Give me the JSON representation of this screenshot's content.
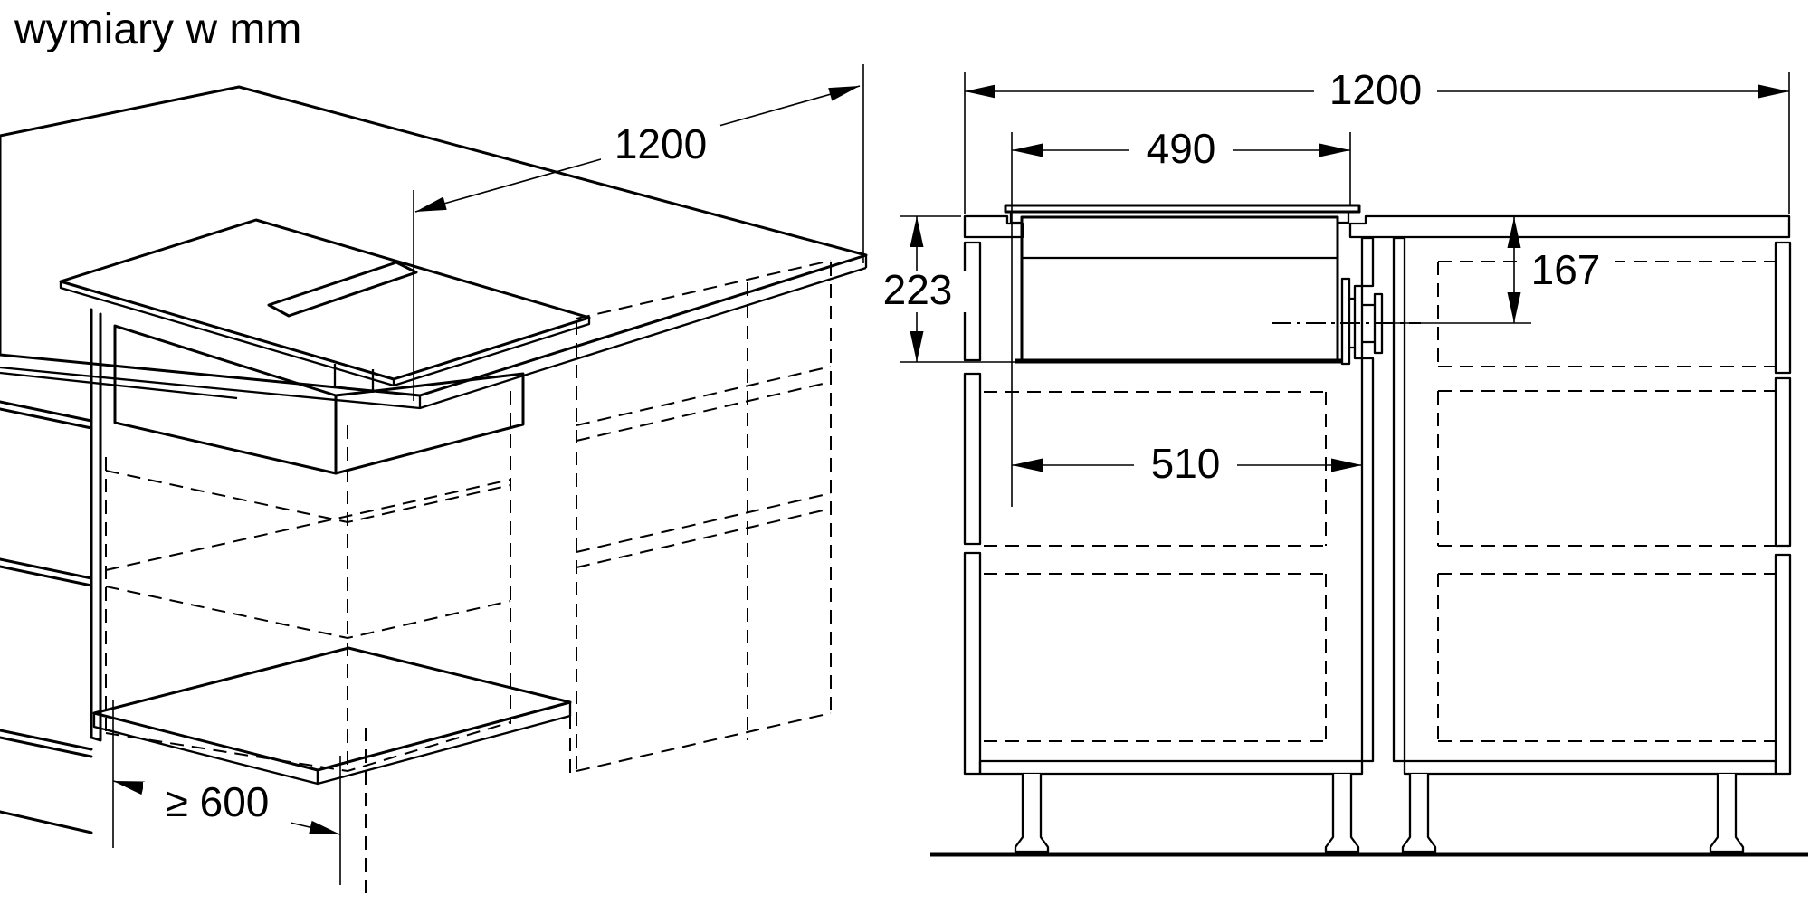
{
  "title": "wymiary w mm",
  "colors": {
    "line": "#000000",
    "shelf_fill": "#d9d9d9",
    "background": "#ffffff"
  },
  "iso_view": {
    "dim_worktop_width": "1200",
    "dim_min_cabinet_width": "≥ 600"
  },
  "front_view": {
    "dim_worktop_width": "1200",
    "dim_cutout_width": "490",
    "dim_install_depth": "223",
    "dim_duct_axis_offset": "167",
    "dim_niche_width": "510"
  }
}
